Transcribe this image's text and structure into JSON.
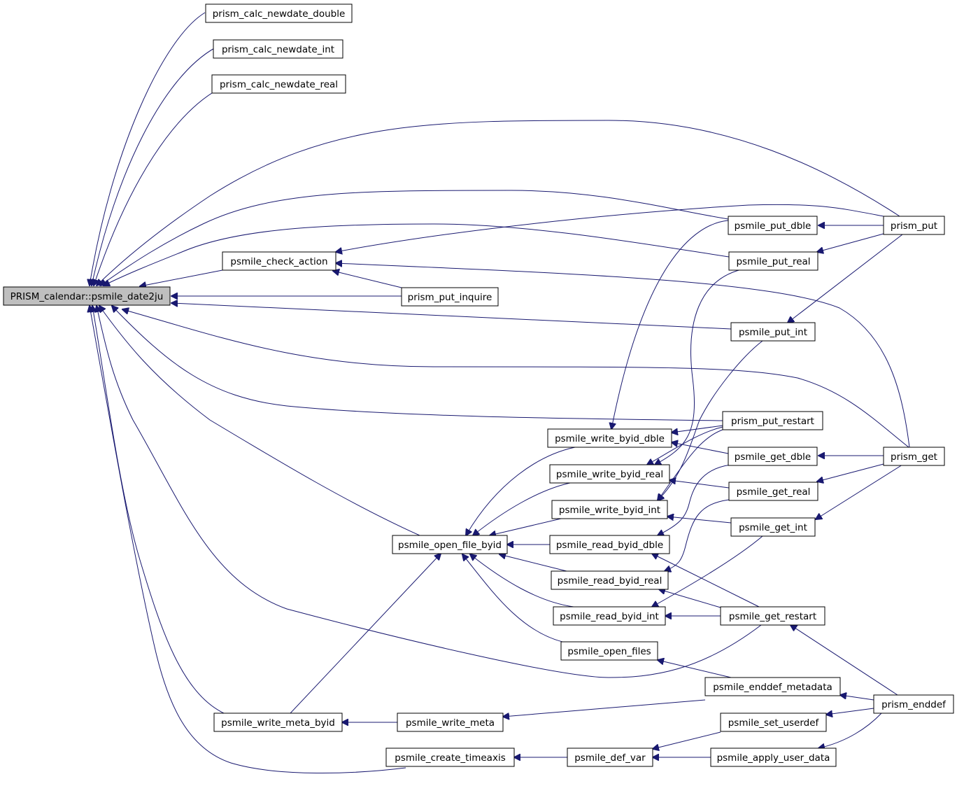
{
  "graph": {
    "root": "PRISM_calendar::psmile_date2ju",
    "nodes": {
      "root": "PRISM_calendar::psmile_date2ju",
      "calc_double": "prism_calc_newdate_double",
      "calc_int": "prism_calc_newdate_int",
      "calc_real": "prism_calc_newdate_real",
      "check_action": "psmile_check_action",
      "open_file_byid": "psmile_open_file_byid",
      "write_meta_byid": "psmile_write_meta_byid",
      "create_timeaxis": "psmile_create_timeaxis",
      "put_inquire": "prism_put_inquire",
      "write_meta": "psmile_write_meta",
      "write_byid_dble": "psmile_write_byid_dble",
      "write_byid_real": "psmile_write_byid_real",
      "write_byid_int": "psmile_write_byid_int",
      "read_byid_dble": "psmile_read_byid_dble",
      "read_byid_real": "psmile_read_byid_real",
      "read_byid_int": "psmile_read_byid_int",
      "open_files": "psmile_open_files",
      "def_var": "psmile_def_var",
      "put_dble": "psmile_put_dble",
      "put_real": "psmile_put_real",
      "put_int": "psmile_put_int",
      "put_restart": "prism_put_restart",
      "get_dble": "psmile_get_dble",
      "get_real": "psmile_get_real",
      "get_int": "psmile_get_int",
      "get_restart": "psmile_get_restart",
      "enddef_metadata": "psmile_enddef_metadata",
      "set_userdef": "psmile_set_userdef",
      "apply_user_data": "psmile_apply_user_data",
      "prism_put": "prism_put",
      "prism_get": "prism_get",
      "prism_enddef": "prism_enddef"
    },
    "edges": [
      [
        "calc_double",
        "root"
      ],
      [
        "calc_int",
        "root"
      ],
      [
        "calc_real",
        "root"
      ],
      [
        "prism_put",
        "root"
      ],
      [
        "put_dble",
        "root"
      ],
      [
        "put_real",
        "root"
      ],
      [
        "check_action",
        "root"
      ],
      [
        "put_inquire",
        "root"
      ],
      [
        "put_int",
        "root"
      ],
      [
        "prism_get",
        "root"
      ],
      [
        "put_restart",
        "root"
      ],
      [
        "open_file_byid",
        "root"
      ],
      [
        "get_restart",
        "root"
      ],
      [
        "write_meta_byid",
        "root"
      ],
      [
        "create_timeaxis",
        "root"
      ],
      [
        "prism_put",
        "check_action"
      ],
      [
        "put_inquire",
        "check_action"
      ],
      [
        "prism_get",
        "check_action"
      ],
      [
        "prism_put",
        "put_dble"
      ],
      [
        "prism_put",
        "put_real"
      ],
      [
        "prism_put",
        "put_int"
      ],
      [
        "prism_get",
        "get_dble"
      ],
      [
        "prism_get",
        "get_real"
      ],
      [
        "prism_get",
        "get_int"
      ],
      [
        "write_byid_dble",
        "open_file_byid"
      ],
      [
        "write_byid_real",
        "open_file_byid"
      ],
      [
        "write_byid_int",
        "open_file_byid"
      ],
      [
        "read_byid_dble",
        "open_file_byid"
      ],
      [
        "read_byid_real",
        "open_file_byid"
      ],
      [
        "read_byid_int",
        "open_file_byid"
      ],
      [
        "open_files",
        "open_file_byid"
      ],
      [
        "put_dble",
        "write_byid_dble"
      ],
      [
        "put_restart",
        "write_byid_dble"
      ],
      [
        "get_dble",
        "write_byid_dble"
      ],
      [
        "put_real",
        "write_byid_real"
      ],
      [
        "put_restart",
        "write_byid_real"
      ],
      [
        "get_real",
        "write_byid_real"
      ],
      [
        "put_int",
        "write_byid_int"
      ],
      [
        "put_restart",
        "write_byid_int"
      ],
      [
        "get_int",
        "write_byid_int"
      ],
      [
        "get_dble",
        "read_byid_dble"
      ],
      [
        "get_restart",
        "read_byid_dble"
      ],
      [
        "get_real",
        "read_byid_real"
      ],
      [
        "get_restart",
        "read_byid_real"
      ],
      [
        "get_int",
        "read_byid_int"
      ],
      [
        "get_restart",
        "read_byid_int"
      ],
      [
        "enddef_metadata",
        "open_files"
      ],
      [
        "write_meta_byid",
        "open_file_byid"
      ],
      [
        "write_meta",
        "write_meta_byid"
      ],
      [
        "enddef_metadata",
        "write_meta"
      ],
      [
        "def_var",
        "create_timeaxis"
      ],
      [
        "set_userdef",
        "def_var"
      ],
      [
        "apply_user_data",
        "def_var"
      ],
      [
        "prism_enddef",
        "enddef_metadata"
      ],
      [
        "prism_enddef",
        "set_userdef"
      ],
      [
        "prism_enddef",
        "apply_user_data"
      ],
      [
        "prism_enddef",
        "get_restart"
      ]
    ]
  }
}
